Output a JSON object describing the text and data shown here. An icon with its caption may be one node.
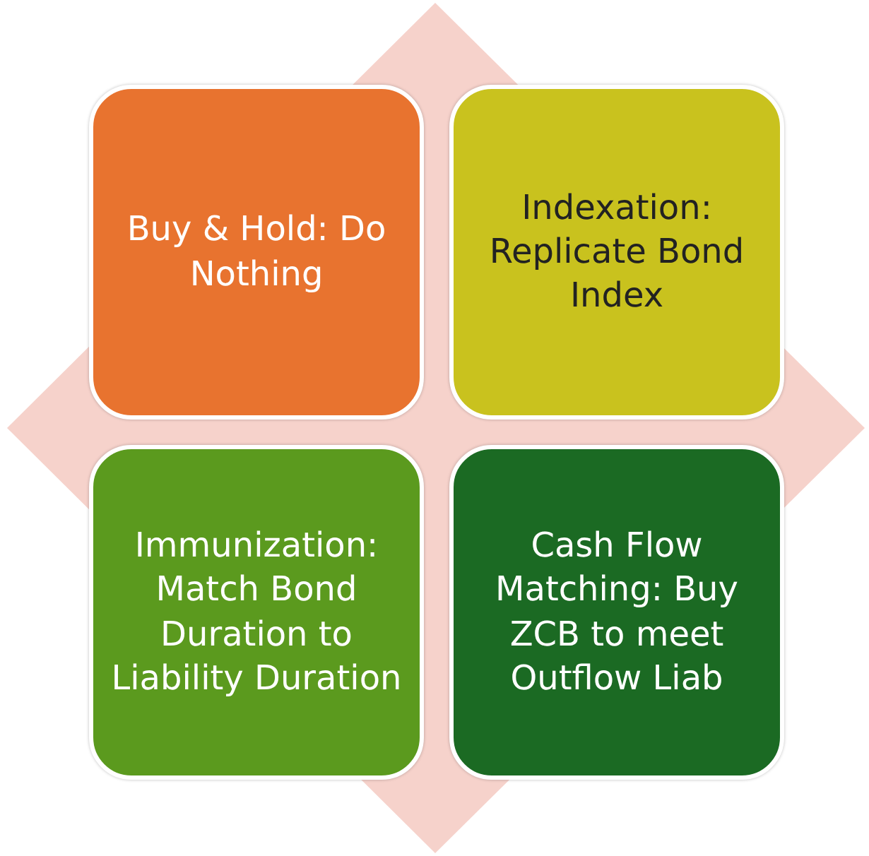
{
  "diagram": {
    "nodes": [
      {
        "text": [
          "Buy & Hold: Do Nothing"
        ]
      },
      {
        "text": [
          "Indexation: Replicate Bond Index"
        ]
      },
      {
        "text": [
          "Immunization: Match Bond Duration to Liability Duration"
        ]
      },
      {
        "text": [
          "Cash Flow Matching: Buy ZCB to meet Outflow Liab"
        ]
      }
    ],
    "edges": []
  }
}
